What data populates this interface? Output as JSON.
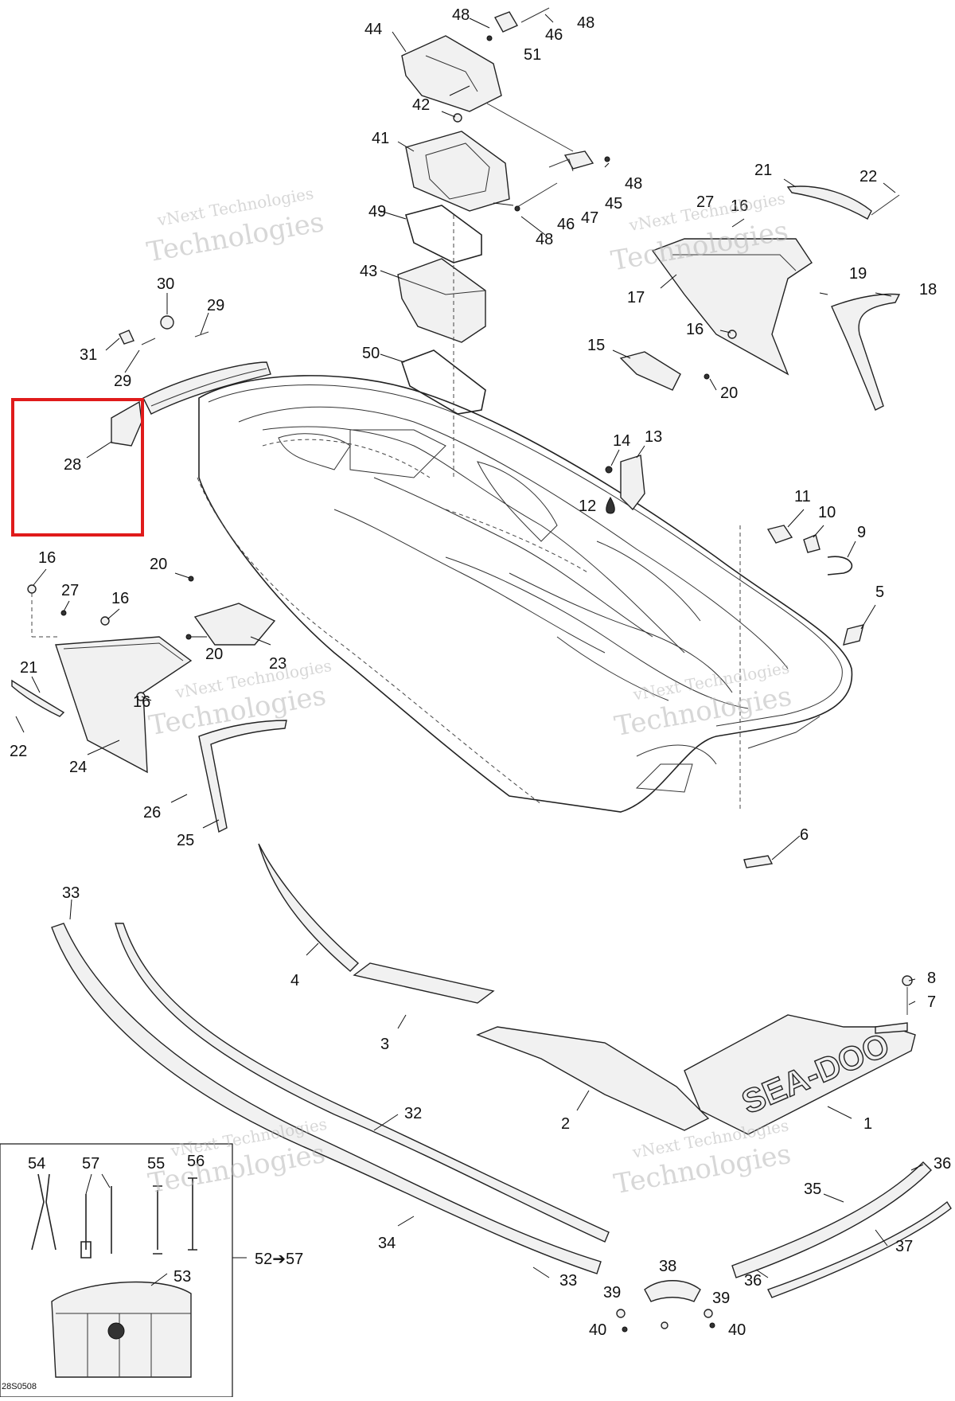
{
  "callouts": [
    {
      "id": "c44",
      "text": "44"
    },
    {
      "id": "c48a",
      "text": "48"
    },
    {
      "id": "c48b",
      "text": "48"
    },
    {
      "id": "c46a",
      "text": "46"
    },
    {
      "id": "c51",
      "text": "51"
    },
    {
      "id": "c42",
      "text": "42"
    },
    {
      "id": "c41",
      "text": "41"
    },
    {
      "id": "c48c",
      "text": "48"
    },
    {
      "id": "c45",
      "text": "45"
    },
    {
      "id": "c47",
      "text": "47"
    },
    {
      "id": "c46b",
      "text": "46"
    },
    {
      "id": "c48d",
      "text": "48"
    },
    {
      "id": "c49",
      "text": "49"
    },
    {
      "id": "c43",
      "text": "43"
    },
    {
      "id": "c50",
      "text": "50"
    },
    {
      "id": "c30",
      "text": "30"
    },
    {
      "id": "c29a",
      "text": "29"
    },
    {
      "id": "c31",
      "text": "31"
    },
    {
      "id": "c29b",
      "text": "29"
    },
    {
      "id": "c28",
      "text": "28"
    },
    {
      "id": "c21a",
      "text": "21"
    },
    {
      "id": "c22a",
      "text": "22"
    },
    {
      "id": "c16a",
      "text": "16"
    },
    {
      "id": "c27a",
      "text": "27"
    },
    {
      "id": "c17",
      "text": "17"
    },
    {
      "id": "c19",
      "text": "19"
    },
    {
      "id": "c18",
      "text": "18"
    },
    {
      "id": "c16b",
      "text": "16"
    },
    {
      "id": "c15",
      "text": "15"
    },
    {
      "id": "c20a",
      "text": "20"
    },
    {
      "id": "c14",
      "text": "14"
    },
    {
      "id": "c13",
      "text": "13"
    },
    {
      "id": "c12",
      "text": "12"
    },
    {
      "id": "c11",
      "text": "11"
    },
    {
      "id": "c10",
      "text": "10"
    },
    {
      "id": "c9",
      "text": "9"
    },
    {
      "id": "c5",
      "text": "5"
    },
    {
      "id": "c16c",
      "text": "16"
    },
    {
      "id": "c27b",
      "text": "27"
    },
    {
      "id": "c16d",
      "text": "16"
    },
    {
      "id": "c20b",
      "text": "20"
    },
    {
      "id": "c20c",
      "text": "20"
    },
    {
      "id": "c23",
      "text": "23"
    },
    {
      "id": "c21b",
      "text": "21"
    },
    {
      "id": "c16e",
      "text": "16"
    },
    {
      "id": "c22b",
      "text": "22"
    },
    {
      "id": "c24",
      "text": "24"
    },
    {
      "id": "c26",
      "text": "26"
    },
    {
      "id": "c25",
      "text": "25"
    },
    {
      "id": "c6",
      "text": "6"
    },
    {
      "id": "c33a",
      "text": "33"
    },
    {
      "id": "c4",
      "text": "4"
    },
    {
      "id": "c8",
      "text": "8"
    },
    {
      "id": "c7",
      "text": "7"
    },
    {
      "id": "c3",
      "text": "3"
    },
    {
      "id": "c2",
      "text": "2"
    },
    {
      "id": "c1",
      "text": "1"
    },
    {
      "id": "c32",
      "text": "32"
    },
    {
      "id": "c54",
      "text": "54"
    },
    {
      "id": "c57",
      "text": "57"
    },
    {
      "id": "c55",
      "text": "55"
    },
    {
      "id": "c56",
      "text": "56"
    },
    {
      "id": "c52",
      "text": "52➔57"
    },
    {
      "id": "c53",
      "text": "53"
    },
    {
      "id": "c34",
      "text": "34"
    },
    {
      "id": "c33b",
      "text": "33"
    },
    {
      "id": "c38",
      "text": "38"
    },
    {
      "id": "c39a",
      "text": "39"
    },
    {
      "id": "c39b",
      "text": "39"
    },
    {
      "id": "c40a",
      "text": "40"
    },
    {
      "id": "c40b",
      "text": "40"
    },
    {
      "id": "c36a",
      "text": "36"
    },
    {
      "id": "c35",
      "text": "35"
    },
    {
      "id": "c37",
      "text": "37"
    },
    {
      "id": "c36b",
      "text": "36"
    }
  ],
  "watermarks": [
    {
      "line1": "vNext Technologies",
      "line2": "Technologies"
    },
    {
      "line1": "vNext Technologies",
      "line2": "Technologies"
    },
    {
      "line1": "vNext Technologies",
      "line2": "Technologies"
    },
    {
      "line1": "vNext Technologies",
      "line2": "Technologies"
    },
    {
      "line1": "vNext Technologies",
      "line2": "Technologies"
    },
    {
      "line1": "vNext Technologies",
      "line2": "Technologies"
    }
  ],
  "decal_text": "SEA-DOO",
  "reference_code": "28S0508",
  "highlight": {
    "target": "28",
    "color": "#e01b1b"
  }
}
